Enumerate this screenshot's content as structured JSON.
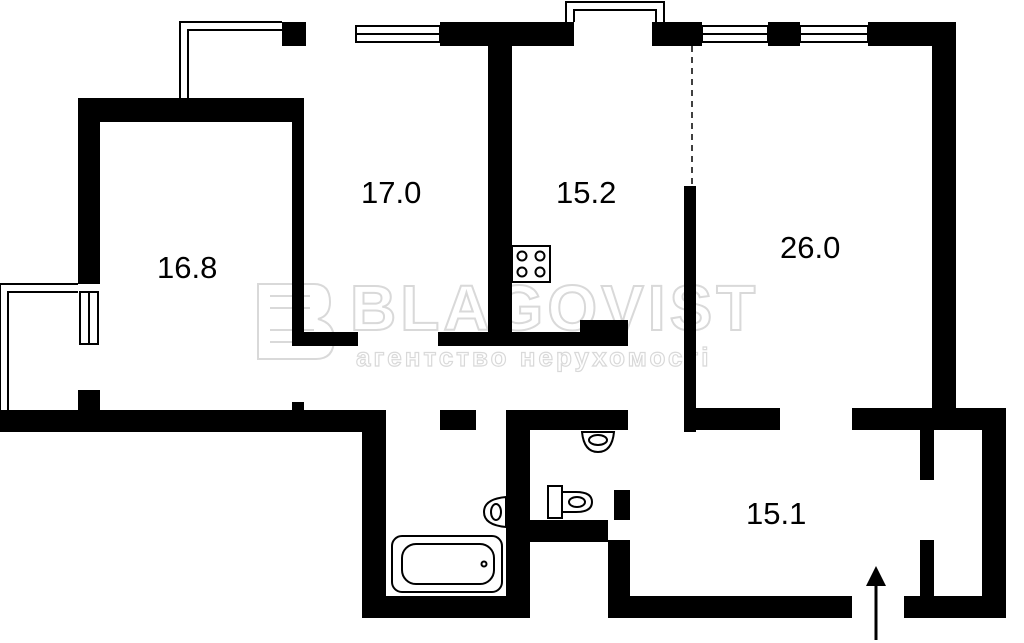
{
  "rooms": [
    {
      "id": "room-left",
      "area": "16.8"
    },
    {
      "id": "room-middle-left",
      "area": "17.0"
    },
    {
      "id": "kitchen",
      "area": "15.2"
    },
    {
      "id": "room-right",
      "area": "26.0"
    },
    {
      "id": "hallway",
      "area": "15.1"
    }
  ],
  "watermark": {
    "brand": "BLAGOVIST",
    "tagline": "агентство нерухомості"
  },
  "icons": [
    "stove-icon",
    "sink-icon",
    "washbasin-icon",
    "toilet-icon",
    "bathtub-icon",
    "entrance-arrow-icon"
  ]
}
